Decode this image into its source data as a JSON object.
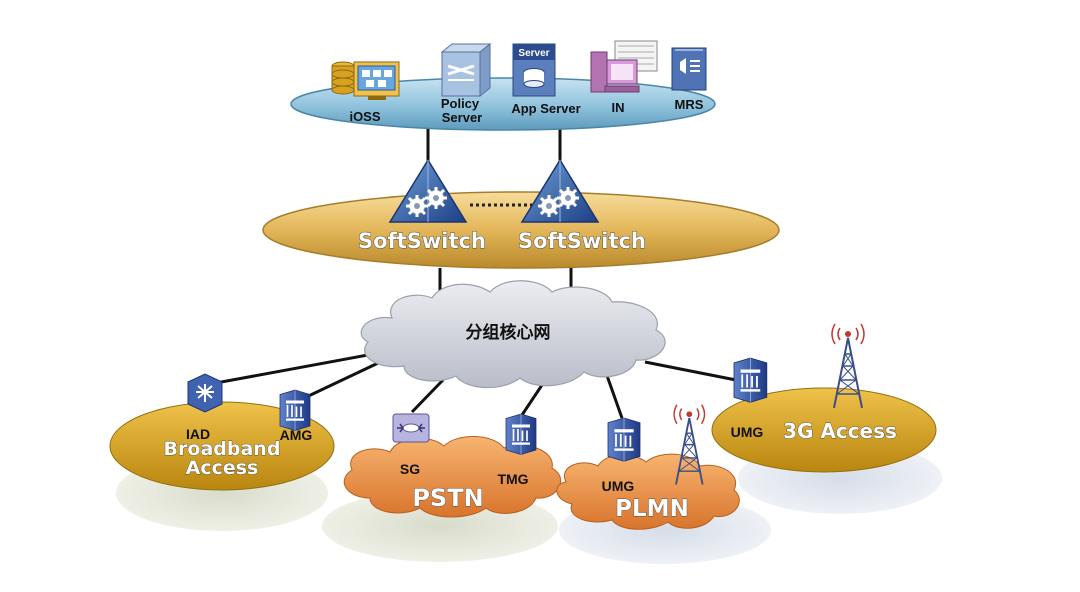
{
  "app_layer": {
    "nodes": [
      {
        "label": "iOSS",
        "icon": "database-monitor-icon"
      },
      {
        "label_line1": "Policy",
        "label_line2": "Server",
        "icon": "policy-server-icon"
      },
      {
        "label": "App Server",
        "badge": "Server",
        "icon": "app-server-icon"
      },
      {
        "label": "IN",
        "icon": "in-computer-icon"
      },
      {
        "label": "MRS",
        "icon": "media-resource-server-icon"
      }
    ]
  },
  "control_layer": {
    "softswitches": [
      {
        "label": "SoftSwitch",
        "icon": "softswitch-pyramid-icon"
      },
      {
        "label": "SoftSwitch",
        "icon": "softswitch-pyramid-icon"
      }
    ]
  },
  "core": {
    "label": "分组核心网"
  },
  "access_networks": {
    "broadband": {
      "line1": "Broadband",
      "line2": "Access",
      "iad": "IAD",
      "amg": "AMG"
    },
    "pstn": {
      "label": "PSTN",
      "sg": "SG",
      "tmg": "TMG"
    },
    "plmn": {
      "label": "PLMN",
      "umg": "UMG"
    },
    "g3": {
      "label": "3G Access",
      "umg": "UMG"
    }
  },
  "colors": {
    "app_layer": "#8fc2dc",
    "control_layer": "#e3b65a",
    "core_cloud": "#d4d7df",
    "broadband": "#d9a41c",
    "pstn_cloud": "#e98a3e",
    "plmn_cloud": "#ec9a4a",
    "g3": "#d9a41c",
    "gateway_blue": "#2c4a9c"
  }
}
